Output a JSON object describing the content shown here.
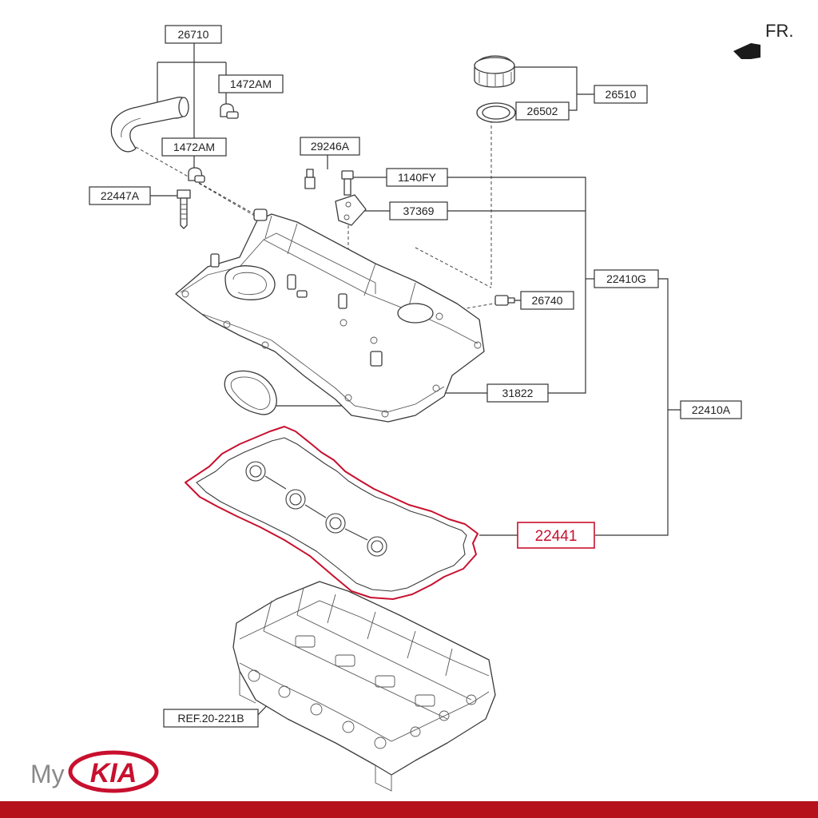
{
  "orientation": {
    "label": "FR."
  },
  "callouts": {
    "c26710": "26710",
    "c1472am_top": "1472AM",
    "c1472am_mid": "1472AM",
    "c22447a": "22447A",
    "c29246a": "29246A",
    "c1140fy": "1140FY",
    "c37369": "37369",
    "c26510": "26510",
    "c26502": "26502",
    "c22410g": "22410G",
    "c26740": "26740",
    "c31822": "31822",
    "c22410a": "22410A",
    "c22441": "22441",
    "cref": "REF.20-221B"
  },
  "highlight": {
    "part_number": "22441",
    "color": "#c8102e"
  },
  "brand": {
    "prefix": "My",
    "logo_text": "KIA",
    "bar_color": "#b5121b"
  }
}
